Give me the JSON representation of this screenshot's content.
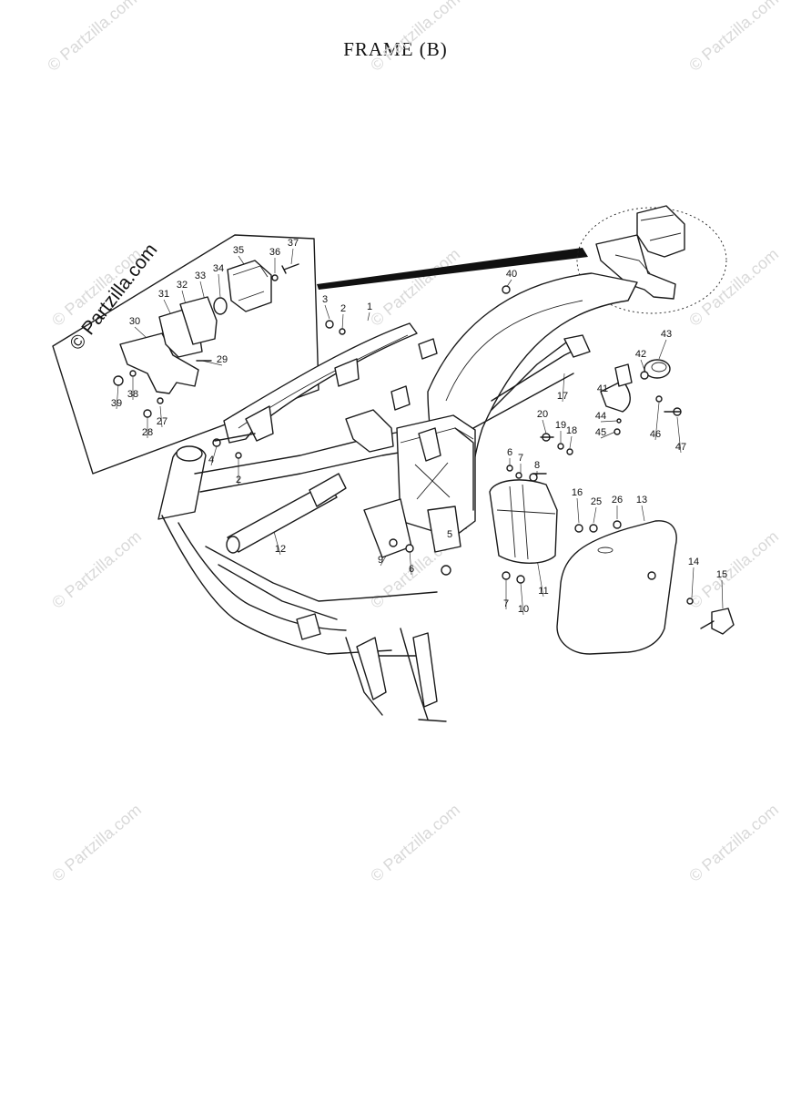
{
  "title": "FRAME (B)",
  "watermark": {
    "small_text": "© Partzilla.com",
    "large_text": "© Partzilla.com",
    "color": "#d9d9d9"
  },
  "callouts": [
    {
      "label": "1"
    },
    {
      "label": "2"
    },
    {
      "label": "3"
    },
    {
      "label": "4"
    },
    {
      "label": "2"
    },
    {
      "label": "5"
    },
    {
      "label": "6"
    },
    {
      "label": "7"
    },
    {
      "label": "8"
    },
    {
      "label": "9"
    },
    {
      "label": "6"
    },
    {
      "label": "7"
    },
    {
      "label": "10"
    },
    {
      "label": "11"
    },
    {
      "label": "12"
    },
    {
      "label": "13"
    },
    {
      "label": "14"
    },
    {
      "label": "15"
    },
    {
      "label": "16"
    },
    {
      "label": "25"
    },
    {
      "label": "26"
    },
    {
      "label": "17"
    },
    {
      "label": "18"
    },
    {
      "label": "19"
    },
    {
      "label": "20"
    },
    {
      "label": "27"
    },
    {
      "label": "28"
    },
    {
      "label": "29"
    },
    {
      "label": "30"
    },
    {
      "label": "31"
    },
    {
      "label": "32"
    },
    {
      "label": "33"
    },
    {
      "label": "34"
    },
    {
      "label": "35"
    },
    {
      "label": "36"
    },
    {
      "label": "37"
    },
    {
      "label": "38"
    },
    {
      "label": "39"
    },
    {
      "label": "40"
    },
    {
      "label": "41"
    },
    {
      "label": "42"
    },
    {
      "label": "43"
    },
    {
      "label": "44"
    },
    {
      "label": "45"
    },
    {
      "label": "46"
    },
    {
      "label": "47"
    }
  ]
}
